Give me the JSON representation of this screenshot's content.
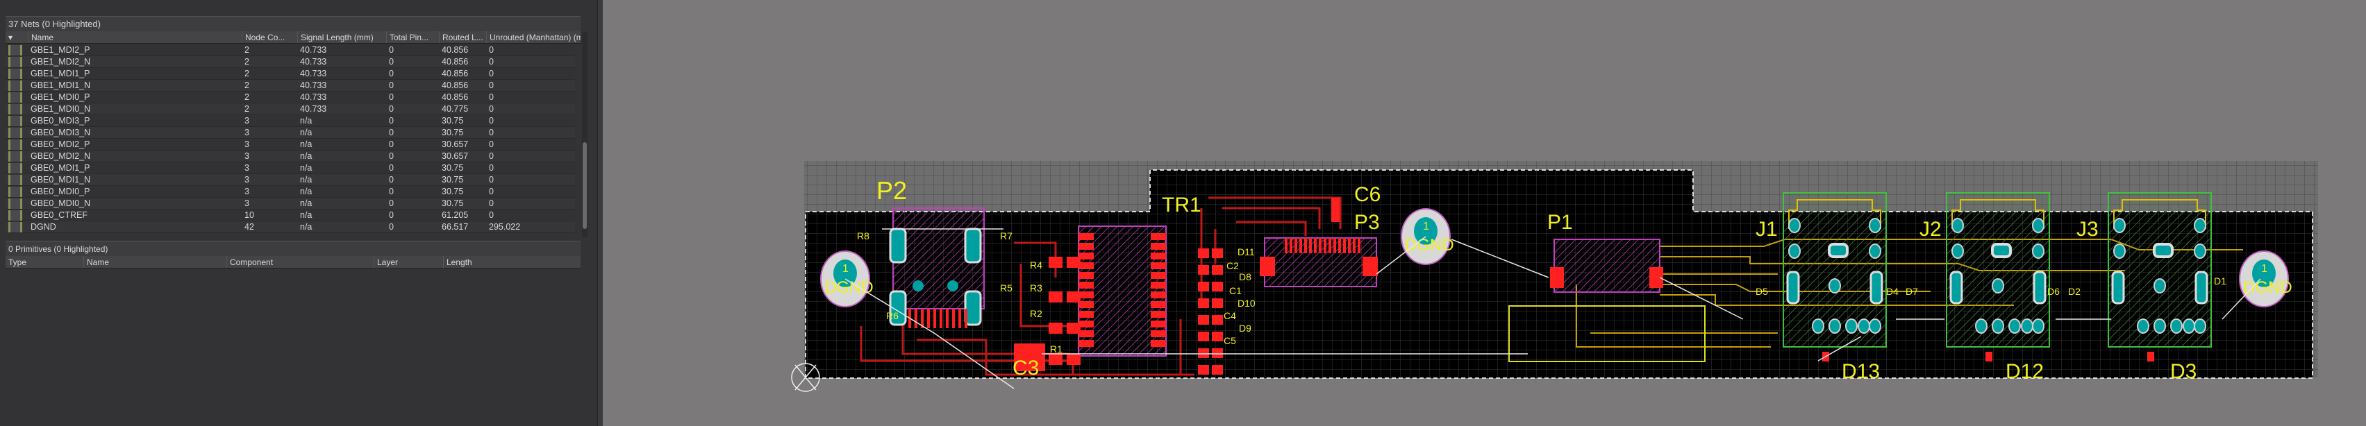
{
  "nets_panel": {
    "title": "37 Nets (0 Highlighted)",
    "columns": [
      "Name",
      "Node Co...",
      "Signal Length (mm)",
      "Total Pin...",
      "Routed L...",
      "Unrouted (Manhattan) (mm)"
    ],
    "rows": [
      {
        "name": "GBE1_MDI2_P",
        "nodes": "2",
        "signal": "40.733",
        "pin": "0",
        "routed": "40.856",
        "unrouted": "0"
      },
      {
        "name": "GBE1_MDI2_N",
        "nodes": "2",
        "signal": "40.733",
        "pin": "0",
        "routed": "40.856",
        "unrouted": "0"
      },
      {
        "name": "GBE1_MDI1_P",
        "nodes": "2",
        "signal": "40.733",
        "pin": "0",
        "routed": "40.856",
        "unrouted": "0"
      },
      {
        "name": "GBE1_MDI1_N",
        "nodes": "2",
        "signal": "40.733",
        "pin": "0",
        "routed": "40.856",
        "unrouted": "0"
      },
      {
        "name": "GBE1_MDI0_P",
        "nodes": "2",
        "signal": "40.733",
        "pin": "0",
        "routed": "40.856",
        "unrouted": "0"
      },
      {
        "name": "GBE1_MDI0_N",
        "nodes": "2",
        "signal": "40.733",
        "pin": "0",
        "routed": "40.775",
        "unrouted": "0"
      },
      {
        "name": "GBE0_MDI3_P",
        "nodes": "3",
        "signal": "n/a",
        "pin": "0",
        "routed": "30.75",
        "unrouted": "0"
      },
      {
        "name": "GBE0_MDI3_N",
        "nodes": "3",
        "signal": "n/a",
        "pin": "0",
        "routed": "30.75",
        "unrouted": "0"
      },
      {
        "name": "GBE0_MDI2_P",
        "nodes": "3",
        "signal": "n/a",
        "pin": "0",
        "routed": "30.657",
        "unrouted": "0"
      },
      {
        "name": "GBE0_MDI2_N",
        "nodes": "3",
        "signal": "n/a",
        "pin": "0",
        "routed": "30.657",
        "unrouted": "0"
      },
      {
        "name": "GBE0_MDI1_P",
        "nodes": "3",
        "signal": "n/a",
        "pin": "0",
        "routed": "30.75",
        "unrouted": "0"
      },
      {
        "name": "GBE0_MDI1_N",
        "nodes": "3",
        "signal": "n/a",
        "pin": "0",
        "routed": "30.75",
        "unrouted": "0"
      },
      {
        "name": "GBE0_MDI0_P",
        "nodes": "3",
        "signal": "n/a",
        "pin": "0",
        "routed": "30.75",
        "unrouted": "0"
      },
      {
        "name": "GBE0_MDI0_N",
        "nodes": "3",
        "signal": "n/a",
        "pin": "0",
        "routed": "30.75",
        "unrouted": "0"
      },
      {
        "name": "GBE0_CTREF",
        "nodes": "10",
        "signal": "n/a",
        "pin": "0",
        "routed": "61.205",
        "unrouted": "0"
      },
      {
        "name": "DGND",
        "nodes": "42",
        "signal": "n/a",
        "pin": "0",
        "routed": "66.517",
        "unrouted": "295.022"
      }
    ]
  },
  "primitives_panel": {
    "title": "0 Primitives (0 Highlighted)",
    "columns": [
      "Type",
      "Name",
      "Component",
      "Layer",
      "Length"
    ]
  },
  "pcb": {
    "designators": {
      "P2": "P2",
      "TR1": "TR1",
      "C6": "C6",
      "P3": "P3",
      "P1": "P1",
      "J1": "J1",
      "J2": "J2",
      "J3": "J3",
      "D13": "D13",
      "D12": "D12",
      "D3": "D3",
      "C3": "C3"
    },
    "small_labels": {
      "R8": "R8",
      "R7": "R7",
      "R5": "R5",
      "R6": "R6",
      "R4": "R4",
      "R3": "R3",
      "R2": "R2",
      "R1": "R1",
      "D11": "D11",
      "C2": "C2",
      "D8": "D8",
      "C1": "C1",
      "D10": "D10",
      "C4": "C4",
      "D9": "D9",
      "C5": "C5",
      "D5": "D5",
      "D4": "D4",
      "D7": "D7",
      "D6": "D6",
      "D2": "D2",
      "D1": "D1"
    },
    "mount_hole": {
      "pin": "1",
      "net": "DGND"
    },
    "colors": {
      "board": "#000000",
      "top_copper": "#ff1a1a",
      "silk": "#ffff33",
      "pad": "#00a0a0",
      "keepout": "#c040c0"
    }
  }
}
